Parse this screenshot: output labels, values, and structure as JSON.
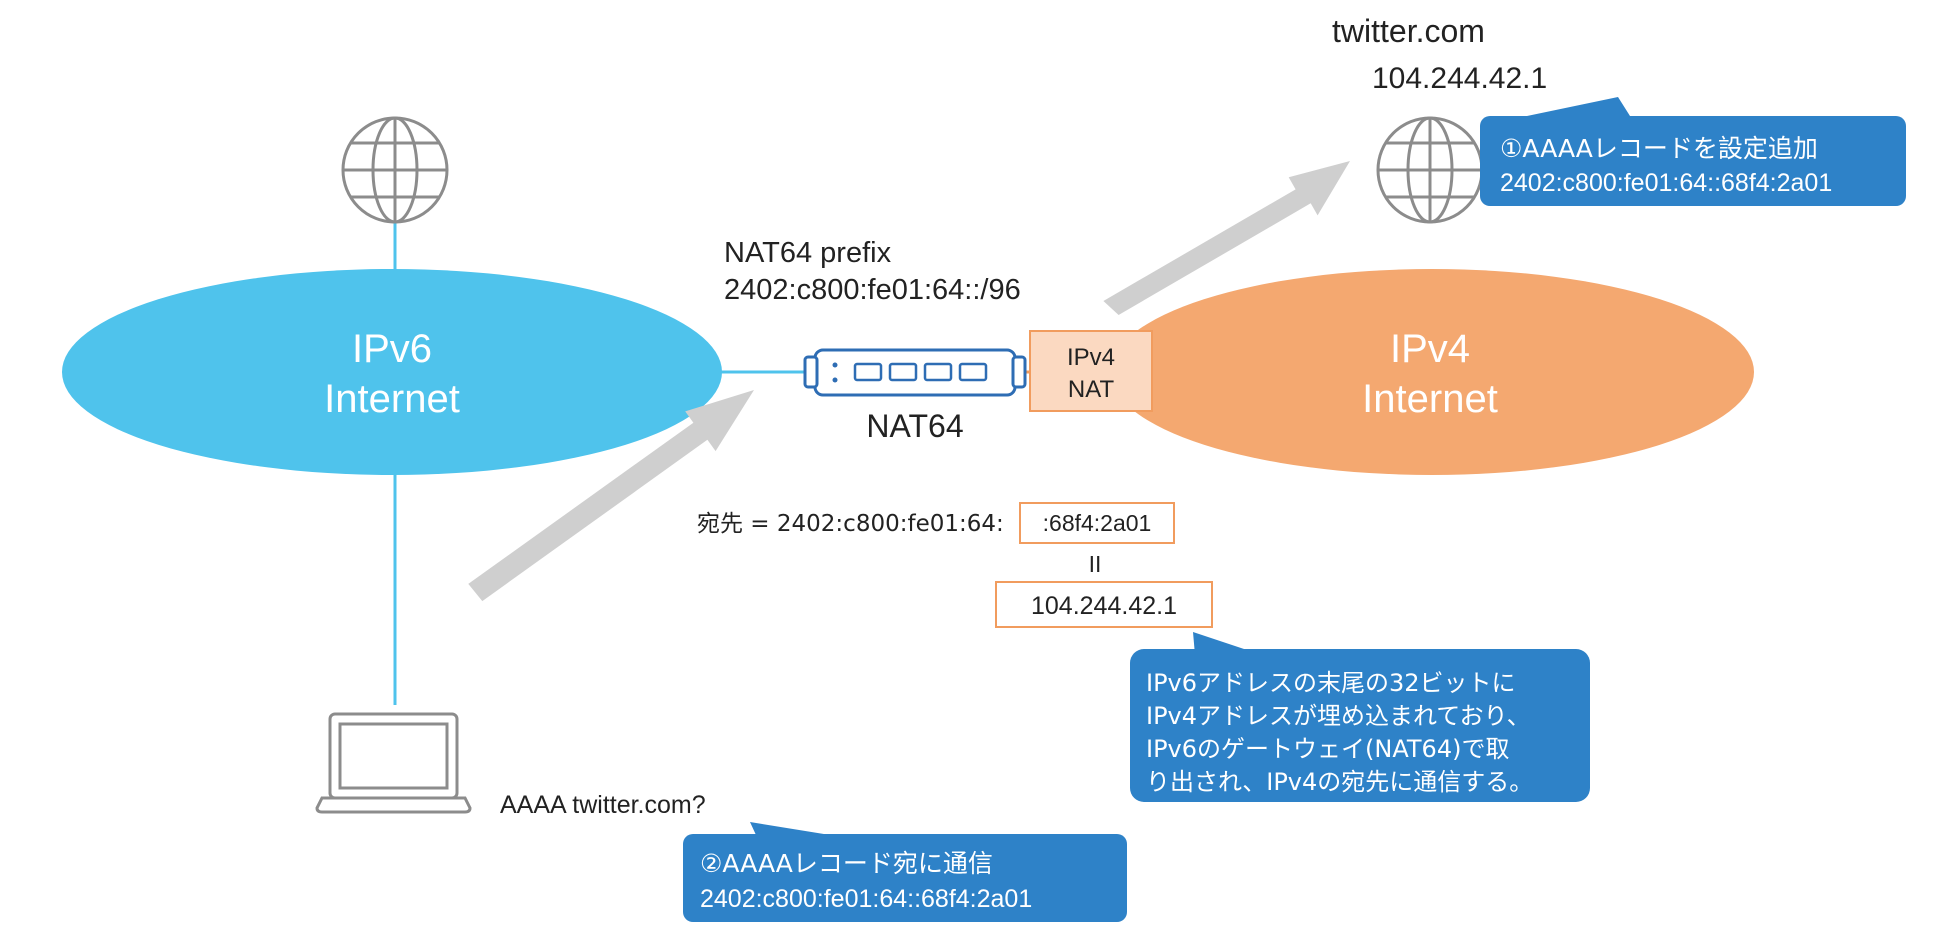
{
  "colors": {
    "ipv6_network": "#4FC3EC",
    "ipv4_network": "#F4A870",
    "nat_box_fill": "#FBD9C1",
    "nat_box_border": "#F19C5E",
    "highlight_border": "#F19C5E",
    "callout": "#2E82C8",
    "arrow": "#CFCFCF",
    "router_stroke": "#2E6DB4",
    "globe_stroke": "#8C8C8C"
  },
  "ipv6_network": {
    "line1": "IPv6",
    "line2": "Internet"
  },
  "ipv4_network": {
    "line1": "IPv4",
    "line2": "Internet"
  },
  "nat_box": {
    "line1": "IPv4",
    "line2": "NAT"
  },
  "router": {
    "label": "NAT64",
    "icon": "router-icon"
  },
  "nat64_prefix": {
    "line1": "NAT64 prefix",
    "line2": "2402:c800:fe01:64::/96"
  },
  "server": {
    "name": "twitter.com",
    "ipv4": "104.244.42.1",
    "icon": "globe-icon"
  },
  "ipv6_globe": {
    "icon": "globe-icon"
  },
  "client": {
    "query": "AAAA twitter.com?",
    "icon": "laptop-icon"
  },
  "destination": {
    "prefix_text": "宛先 = 2402:c800:fe01:64:",
    "suffix_text": ":68f4:2a01",
    "equals": "II",
    "ipv4_text": "104.244.42.1"
  },
  "callouts": {
    "record_added": {
      "line1": "①AAAAレコードを設定追加",
      "line2": "2402:c800:fe01:64::68f4:2a01"
    },
    "send_to_record": {
      "line1": "②AAAAレコード宛に通信",
      "line2": "2402:c800:fe01:64::68f4:2a01"
    },
    "explanation": {
      "line1": "IPv6アドレスの末尾の32ビットに",
      "line2": "IPv4アドレスが埋め込まれており、",
      "line3": "IPv6のゲートウェイ(NAT64)で取",
      "line4": "り出され、IPv4の宛先に通信する。"
    }
  }
}
